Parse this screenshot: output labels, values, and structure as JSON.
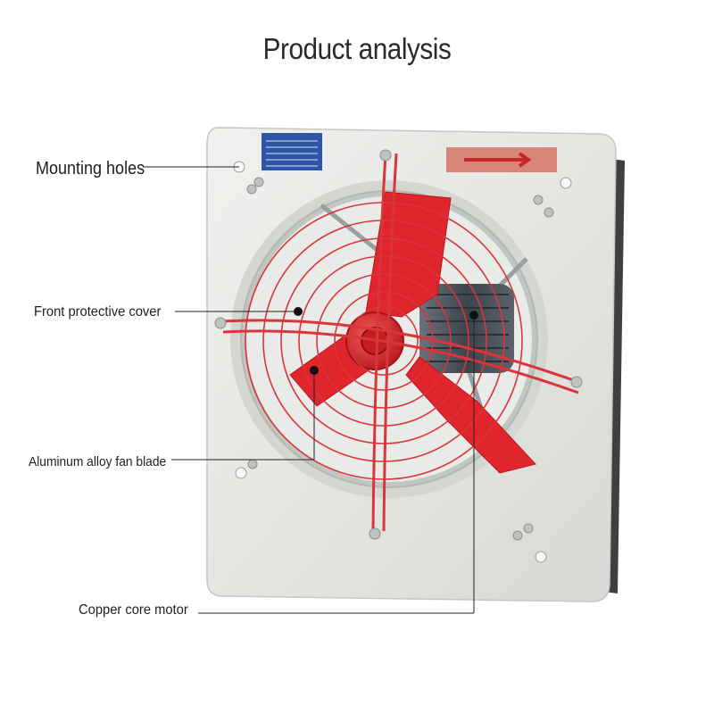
{
  "title": "Product analysis",
  "labels": {
    "mounting_holes": "Mounting holes",
    "front_cover": "Front protective cover",
    "fan_blade": "Aluminum alloy fan blade",
    "motor": "Copper core motor"
  },
  "colors": {
    "panel": "#e4e6e2",
    "guard": "#d9353a",
    "blade": "#e0262c",
    "motor": "#4a5058",
    "leader": "#222222"
  }
}
